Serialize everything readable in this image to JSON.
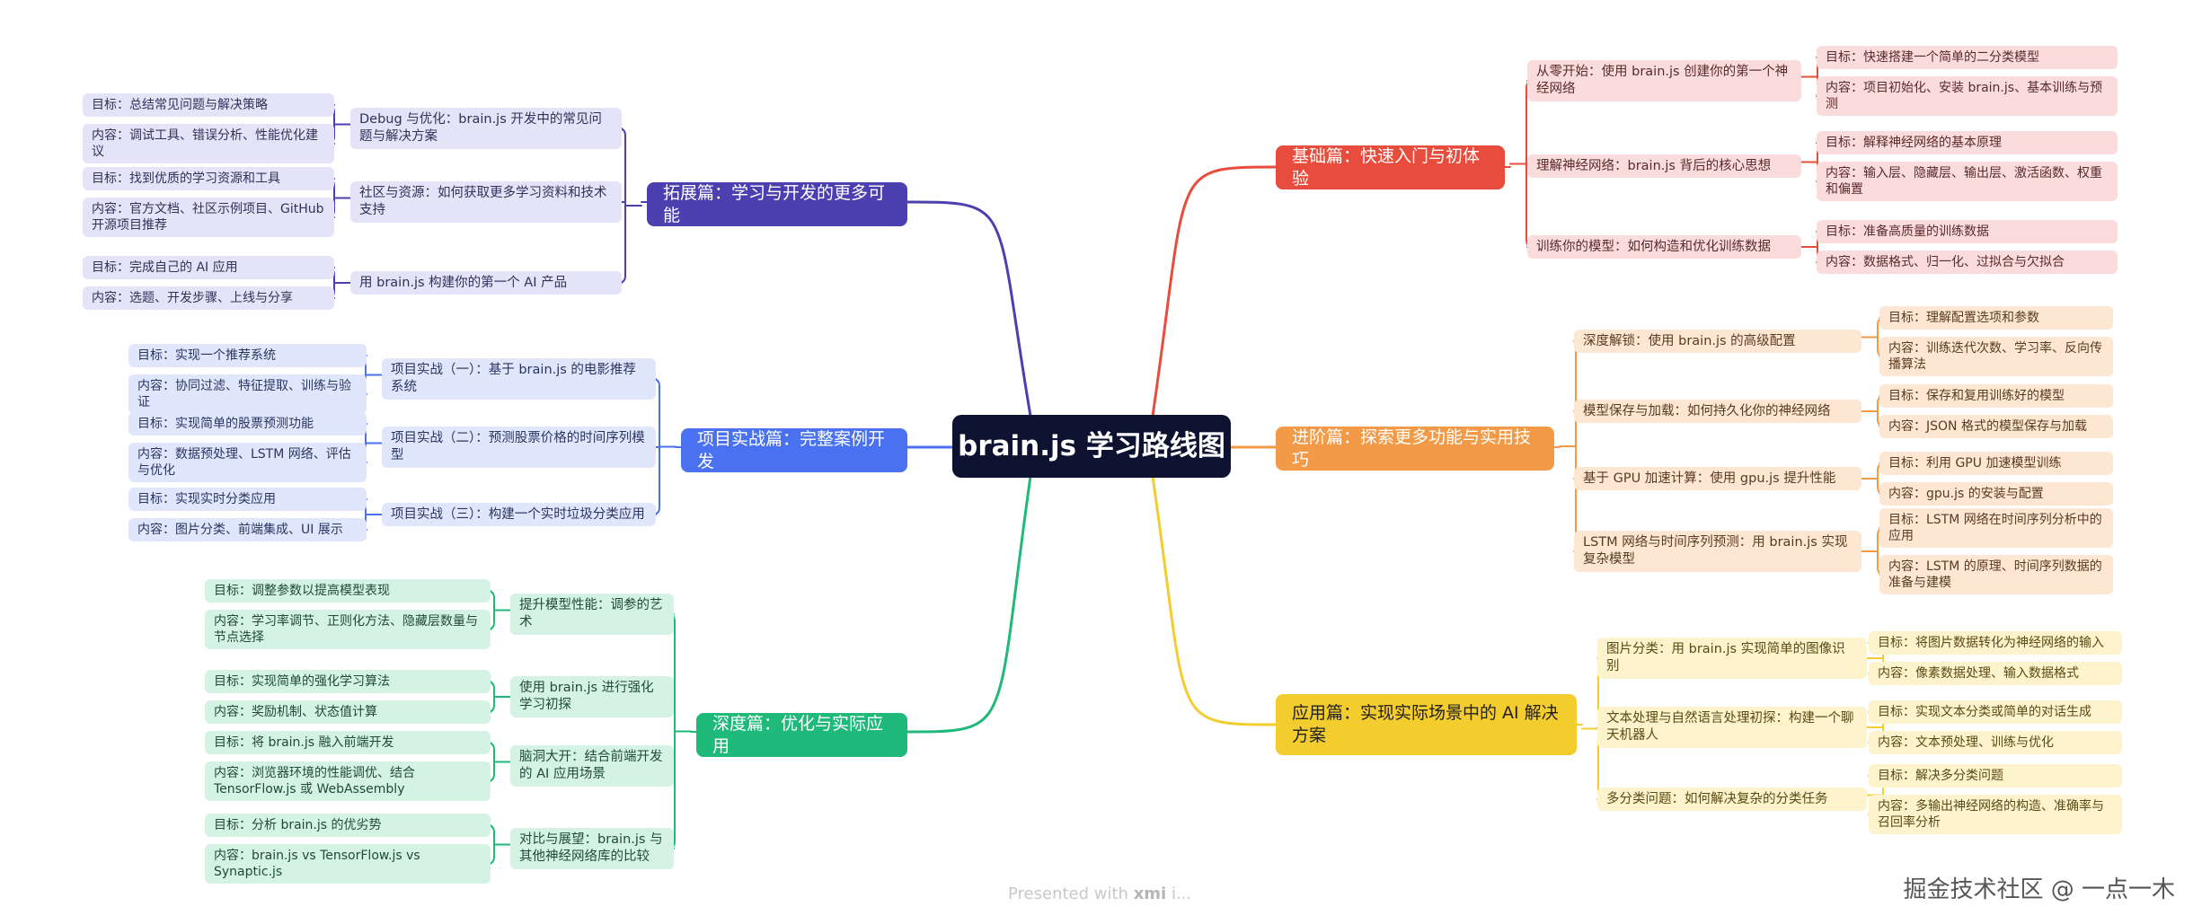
{
  "root": "brain.js 学习路线图",
  "branches": [
    {
      "label": "基础篇：快速入门与初体验",
      "color": "#e74c3c",
      "subs": [
        {
          "label": "从零开始：使用 brain.js 创建你的第一个神经网络",
          "leaves": [
            "目标：快速搭建一个简单的二分类模型",
            "内容：项目初始化、安装 brain.js、基本训练与预测"
          ]
        },
        {
          "label": "理解神经网络：brain.js 背后的核心思想",
          "leaves": [
            "目标：解释神经网络的基本原理",
            "内容：输入层、隐藏层、输出层、激活函数、权重和偏置"
          ]
        },
        {
          "label": "训练你的模型：如何构造和优化训练数据",
          "leaves": [
            "目标：准备高质量的训练数据",
            "内容：数据格式、归一化、过拟合与欠拟合"
          ]
        }
      ]
    },
    {
      "label": "进阶篇：探索更多功能与实用技巧",
      "color": "#f29a47",
      "subs": [
        {
          "label": "深度解锁：使用 brain.js 的高级配置",
          "leaves": [
            "目标：理解配置选项和参数",
            "内容：训练迭代次数、学习率、反向传播算法"
          ]
        },
        {
          "label": "模型保存与加载：如何持久化你的神经网络",
          "leaves": [
            "目标：保存和复用训练好的模型",
            "内容：JSON 格式的模型保存与加载"
          ]
        },
        {
          "label": "基于 GPU 加速计算：使用 gpu.js 提升性能",
          "leaves": [
            "目标：利用 GPU 加速模型训练",
            "内容：gpu.js 的安装与配置"
          ]
        },
        {
          "label": "LSTM 网络与时间序列预测：用 brain.js 实现复杂模型",
          "leaves": [
            "目标：LSTM 网络在时间序列分析中的应用",
            "内容：LSTM 的原理、时间序列数据的准备与建模"
          ]
        }
      ]
    },
    {
      "label": "应用篇：实现实际场景中的 AI 解决方案",
      "color": "#f3cc2e",
      "subs": [
        {
          "label": "图片分类：用 brain.js 实现简单的图像识别",
          "leaves": [
            "目标：将图片数据转化为神经网络的输入",
            "内容：像素数据处理、输入数据格式"
          ]
        },
        {
          "label": "文本处理与自然语言处理初探：构建一个聊天机器人",
          "leaves": [
            "目标：实现文本分类或简单的对话生成",
            "内容：文本预处理、训练与优化"
          ]
        },
        {
          "label": "多分类问题：如何解决复杂的分类任务",
          "leaves": [
            "目标：解决多分类问题",
            "内容：多输出神经网络的构造、准确率与召回率分析"
          ]
        }
      ]
    },
    {
      "label": "拓展篇：学习与开发的更多可能",
      "color": "#4c3fb0",
      "subs": [
        {
          "label": "Debug 与优化：brain.js 开发中的常见问题与解决方案",
          "leaves": [
            "目标：总结常见问题与解决策略",
            "内容：调试工具、错误分析、性能优化建议"
          ]
        },
        {
          "label": "社区与资源：如何获取更多学习资料和技术支持",
          "leaves": [
            "目标：找到优质的学习资源和工具",
            "内容：官方文档、社区示例项目、GitHub 开源项目推荐"
          ]
        },
        {
          "label": "用 brain.js 构建你的第一个 AI 产品",
          "leaves": [
            "目标：完成自己的 AI 应用",
            "内容：选题、开发步骤、上线与分享"
          ]
        }
      ]
    },
    {
      "label": "项目实战篇：完整案例开发",
      "color": "#4a72f0",
      "subs": [
        {
          "label": "项目实战（一）：基于 brain.js 的电影推荐系统",
          "leaves": [
            "目标：实现一个推荐系统",
            "内容：协同过滤、特征提取、训练与验证"
          ]
        },
        {
          "label": "项目实战（二）：预测股票价格的时间序列模型",
          "leaves": [
            "目标：实现简单的股票预测功能",
            "内容：数据预处理、LSTM 网络、评估与优化"
          ]
        },
        {
          "label": "项目实战（三）：构建一个实时垃圾分类应用",
          "leaves": [
            "目标：实现实时分类应用",
            "内容：图片分类、前端集成、UI 展示"
          ]
        }
      ]
    },
    {
      "label": "深度篇：优化与实际应用",
      "color": "#1fb97a",
      "subs": [
        {
          "label": "提升模型性能：调参的艺术",
          "leaves": [
            "目标：调整参数以提高模型表现",
            "内容：学习率调节、正则化方法、隐藏层数量与节点选择"
          ]
        },
        {
          "label": "使用 brain.js 进行强化学习初探",
          "leaves": [
            "目标：实现简单的强化学习算法",
            "内容：奖励机制、状态值计算"
          ]
        },
        {
          "label": "脑洞大开：结合前端开发的 AI 应用场景",
          "leaves": [
            "目标：将 brain.js 融入前端开发",
            "内容：浏览器环境的性能调优、结合 TensorFlow.js 或 WebAssembly"
          ]
        },
        {
          "label": "对比与展望：brain.js 与其他神经网络库的比较",
          "leaves": [
            "目标：分析 brain.js 的优劣势",
            "内容：brain.js vs TensorFlow.js vs Synaptic.js"
          ]
        }
      ]
    }
  ],
  "footer": {
    "presented": "Presented with",
    "brand": "xmi",
    "brand_suffix": "i...",
    "watermark": "掘金技术社区 @ 一点一木"
  }
}
